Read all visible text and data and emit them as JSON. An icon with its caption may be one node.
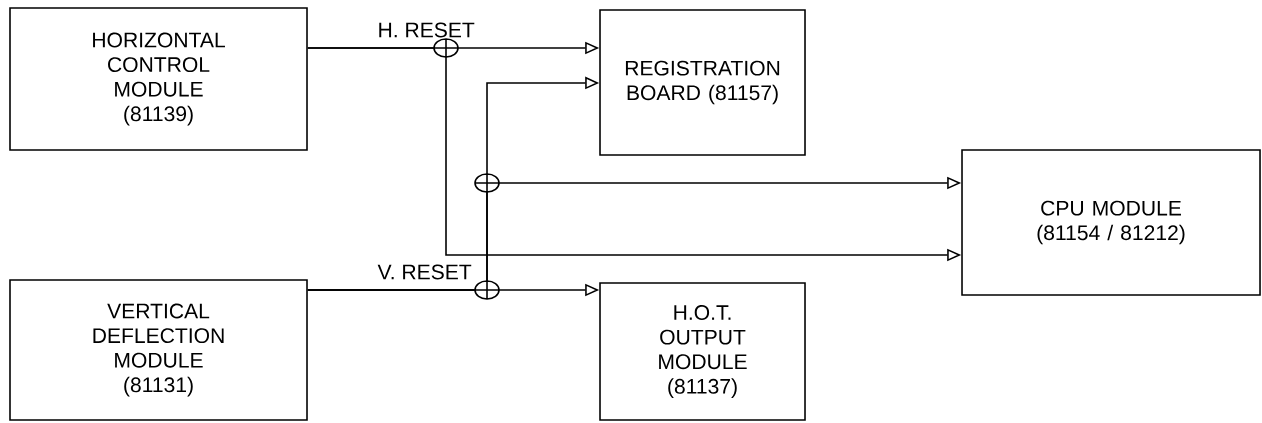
{
  "diagram": {
    "nodes": [
      {
        "text": [
          "HORIZONTAL CONTROL MODULE (81139)"
        ]
      },
      {
        "text": [
          "REGISTRATION BOARD (81157)"
        ]
      },
      {
        "text": [
          "CPU MODULE (81154 / 81212)"
        ]
      },
      {
        "text": [
          "VERTICAL DEFLECTION MODULE (81131)"
        ]
      },
      {
        "text": [
          "H.O.T. OUTPUT MODULE (81137)"
        ]
      }
    ],
    "edges": [
      {
        "from": 0,
        "to": 1,
        "arrow": "to",
        "label": "H. RESET"
      },
      {
        "from": 0,
        "to": 2,
        "arrow": "to"
      },
      {
        "from": 3,
        "to": 4,
        "arrow": "to",
        "label": "V. RESET"
      },
      {
        "from": 3,
        "to": 1,
        "arrow": "to"
      },
      {
        "from": 3,
        "to": 2,
        "arrow": "to"
      }
    ]
  }
}
